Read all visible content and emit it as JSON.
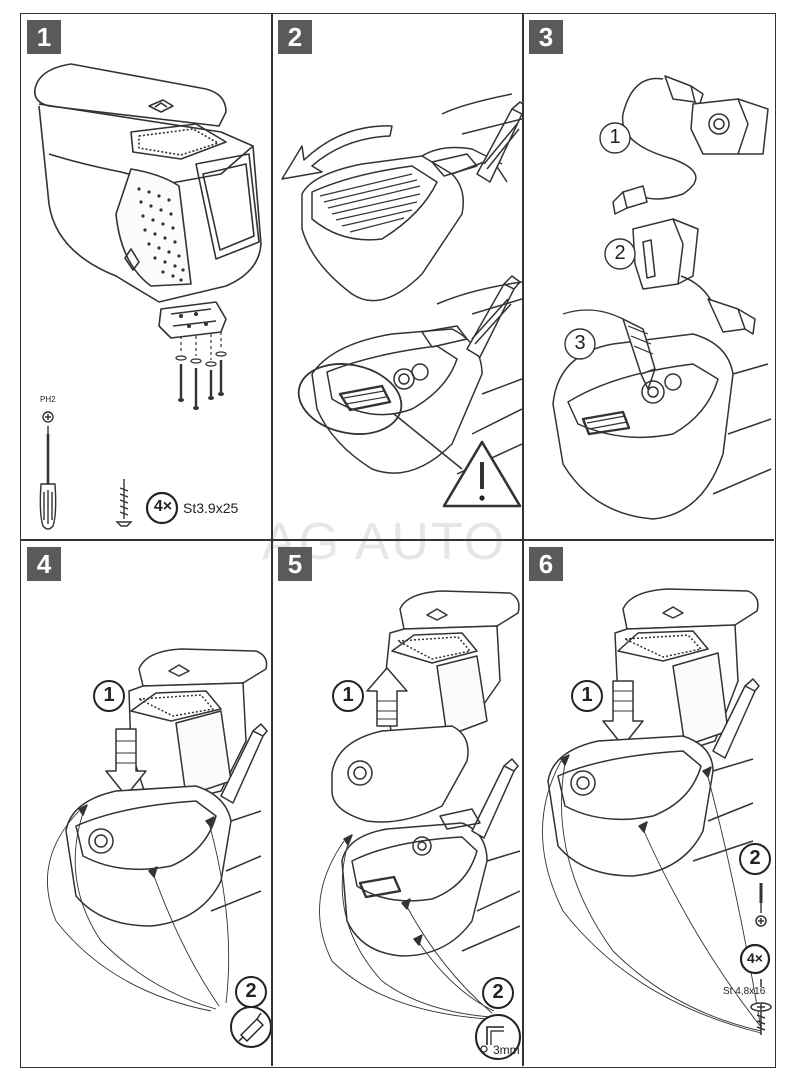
{
  "watermark": "AG AUTO",
  "panels": [
    {
      "number": "1",
      "tool_label": "PH2",
      "screw_count": "4×",
      "screw_spec": "St3.9x25"
    },
    {
      "number": "2"
    },
    {
      "number": "3",
      "callouts": [
        "1",
        "2",
        "3"
      ]
    },
    {
      "number": "4",
      "callouts": [
        "1",
        "2"
      ]
    },
    {
      "number": "5",
      "callouts": [
        "1",
        "2"
      ],
      "drill_size": "3mm"
    },
    {
      "number": "6",
      "callouts": [
        "1",
        "2"
      ],
      "screw_count": "4×",
      "screw_spec": "St 4,8x16"
    }
  ]
}
